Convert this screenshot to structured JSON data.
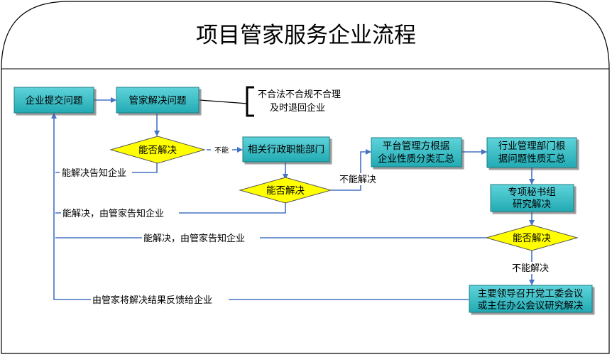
{
  "title": "项目管家服务企业流程",
  "nodes": {
    "enterprise_submit": "企业提交问题",
    "steward_solve": "管家解决问题",
    "reject_note_line1": "不合法不合规不合理",
    "reject_note_line2": "及时退回企业",
    "decision_1": "能否解决",
    "related_dept": "相关行政职能部门",
    "decision_2": "能否解决",
    "platform_line1": "平台管理方根据",
    "platform_line2": "企业性质分类汇总",
    "industry_line1": "行业管理部门根",
    "industry_line2": "据问题性质汇总",
    "special_line1": "专项秘书组",
    "special_line2": "研究解决",
    "decision_3": "能否解决",
    "leader_line1": "主要领导召开党工委会议",
    "leader_line2": "或主任办公会议研究解决"
  },
  "edge_labels": {
    "cannot": "不能",
    "cannot_solve_1": "不能解决",
    "cannot_solve_2": "不能解决",
    "solved_notify": "能解决告知企业",
    "solved_via_steward_1": "能解决，由管家告知企业",
    "solved_via_steward_2": "能解决，由管家告知企业",
    "feedback": "由管家将解决结果反馈给企业"
  },
  "colors": {
    "process_fill": "#35C3CC",
    "decision_fill": "#FFFF00",
    "arrow": "#4472C4",
    "frame": "#000000"
  }
}
